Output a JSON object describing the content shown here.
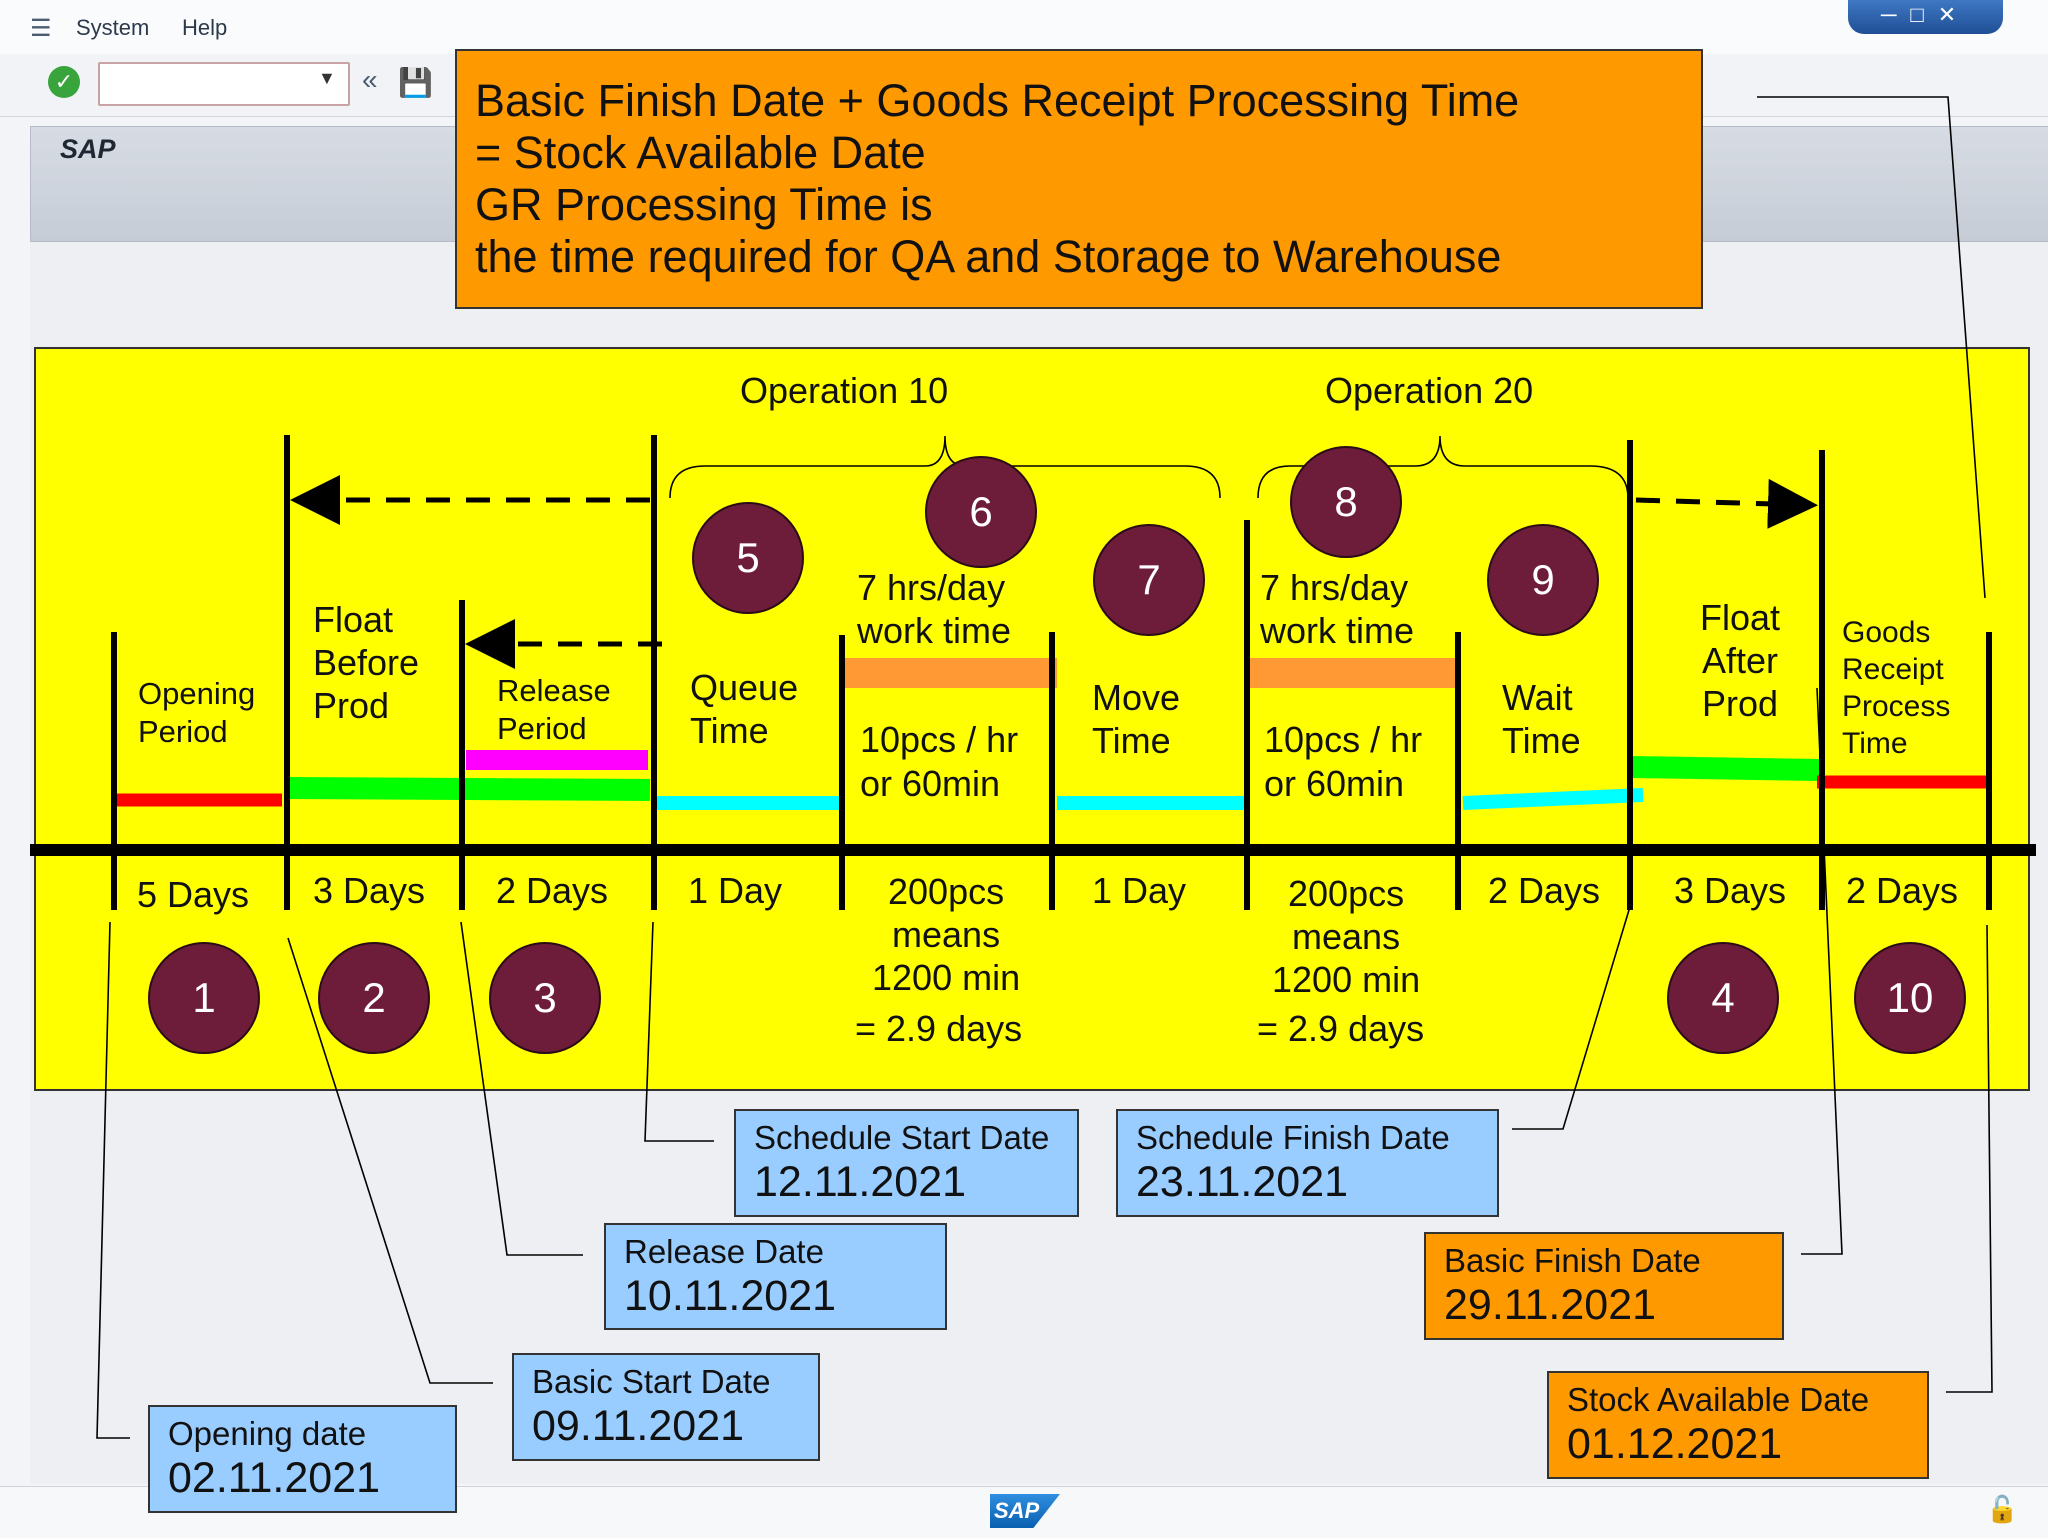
{
  "sap_window": {
    "menu": [
      "System",
      "Help"
    ],
    "title": "SAP",
    "brand_logo_text": "SAP"
  },
  "formula": {
    "lines": [
      "Basic Finish Date + Goods Receipt Processing Time",
      "= Stock Available Date",
      "GR Processing Time is",
      "the time required for QA and Storage to Warehouse"
    ]
  },
  "diagram": {
    "operation_labels": [
      "Operation 10",
      "Operation 20"
    ],
    "segment_labels": {
      "opening_period": "Opening\nPeriod",
      "float_before_prod": "Float\nBefore\nProd",
      "release_period": "Release\nPeriod",
      "queue_time": "Queue\nTime",
      "op10_work_time": "7 hrs/day\nwork time",
      "op10_rate": "10pcs / hr\nor 60min",
      "move_time": "Move\nTime",
      "op20_work_time": "7 hrs/day\nwork time",
      "op20_rate": "10pcs / hr\nor 60min",
      "wait_time": "Wait\nTime",
      "float_after_prod": "Float\nAfter\nProd",
      "gr_process_time": "Goods\nReceipt\nProcess\nTime"
    },
    "durations": {
      "opening": "5 Days",
      "float_before": "3 Days",
      "release": "2 Days",
      "queue": "1 Day",
      "op10": "200pcs\nmeans\n1200 min",
      "op10_days": "= 2.9 days",
      "move": "1 Day",
      "op20": "200pcs\nmeans\n1200 min",
      "op20_days": "= 2.9 days",
      "wait": "2 Days",
      "float_after": "3 Days",
      "gr": "2 Days"
    },
    "numbered_markers": [
      "1",
      "2",
      "3",
      "4",
      "5",
      "6",
      "7",
      "8",
      "9",
      "10"
    ],
    "colors": {
      "panel": "#ffff00",
      "marker": "#6d1d3a",
      "opening_bar": "#ff0000",
      "float_bar": "#00ff00",
      "release_bar": "#ff00ff",
      "queue_move_wait_bar": "#00ffff",
      "work_bar": "#ff9933"
    }
  },
  "dates": {
    "schedule_start": {
      "label": "Schedule Start Date",
      "value": "12.11.2021"
    },
    "schedule_finish": {
      "label": "Schedule Finish Date",
      "value": "23.11.2021"
    },
    "release": {
      "label": "Release Date",
      "value": "10.11.2021"
    },
    "basic_finish": {
      "label": "Basic Finish Date",
      "value": "29.11.2021"
    },
    "basic_start": {
      "label": "Basic Start Date",
      "value": "09.11.2021"
    },
    "stock_available": {
      "label": "Stock Available Date",
      "value": "01.12.2021"
    },
    "opening": {
      "label": "Opening date",
      "value": "02.11.2021"
    }
  }
}
